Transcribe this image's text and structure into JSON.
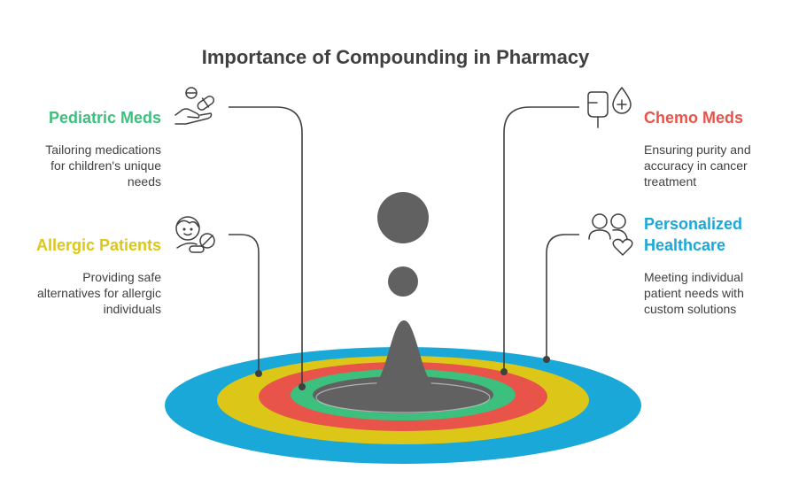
{
  "title": "Importance of Compounding in Pharmacy",
  "items": [
    {
      "id": "pediatric",
      "heading": "Pediatric Meds",
      "description": "Tailoring medications\nfor children's unique\nneeds",
      "color": "#3dbf7d",
      "icon": "hand-with-pills-icon"
    },
    {
      "id": "allergic",
      "heading": "Allergic Patients",
      "description": "Providing safe\nalternatives for allergic\nindividuals",
      "color": "#dcc718",
      "icon": "person-with-pills-icon"
    },
    {
      "id": "chemo",
      "heading": "Chemo Meds",
      "description": "Ensuring purity and\naccuracy in cancer\ntreatment",
      "color": "#e8534a",
      "icon": "iv-bag-drop-icon"
    },
    {
      "id": "personalized",
      "heading": "Personalized\nHealthcare",
      "description": "Meeting individual\npatient needs with\ncustom solutions",
      "color": "#1aa8d8",
      "icon": "people-heart-icon"
    }
  ],
  "colors": {
    "drop": "#616161",
    "ring_blue": "#1aa8d8",
    "ring_yellow": "#dcc718",
    "ring_red": "#e8534a",
    "ring_green": "#3dbf7d",
    "ring_gray": "#616161",
    "line": "#404040"
  }
}
